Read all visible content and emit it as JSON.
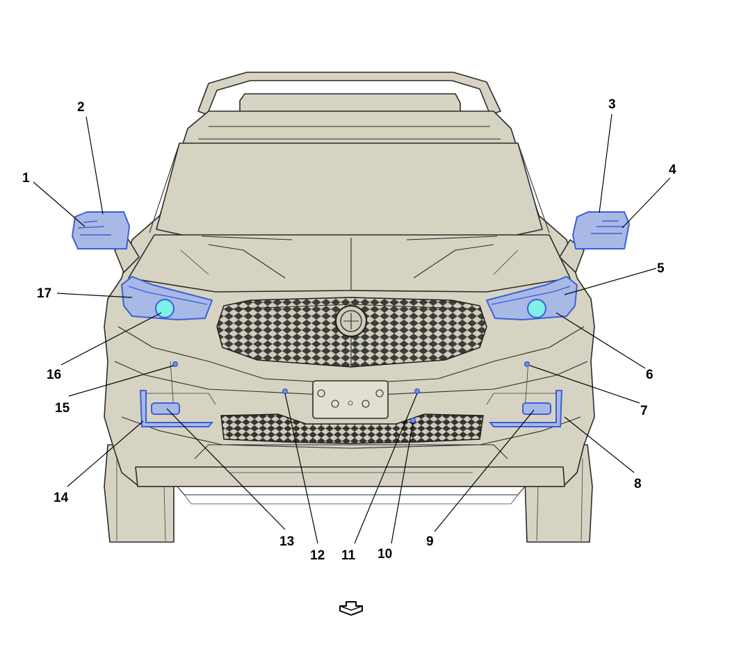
{
  "diagram": {
    "callouts": [
      "1",
      "2",
      "3",
      "4",
      "5",
      "6",
      "7",
      "8",
      "9",
      "10",
      "11",
      "12",
      "13",
      "14",
      "15",
      "16",
      "17"
    ]
  },
  "colors": {
    "body": "#d6d3c3",
    "outline": "#2b2b2b",
    "highlight": "#3b5fd8",
    "highlight_fill": "#a9b9e6"
  },
  "icons": {
    "front_direction": "arrow-down-icon"
  }
}
